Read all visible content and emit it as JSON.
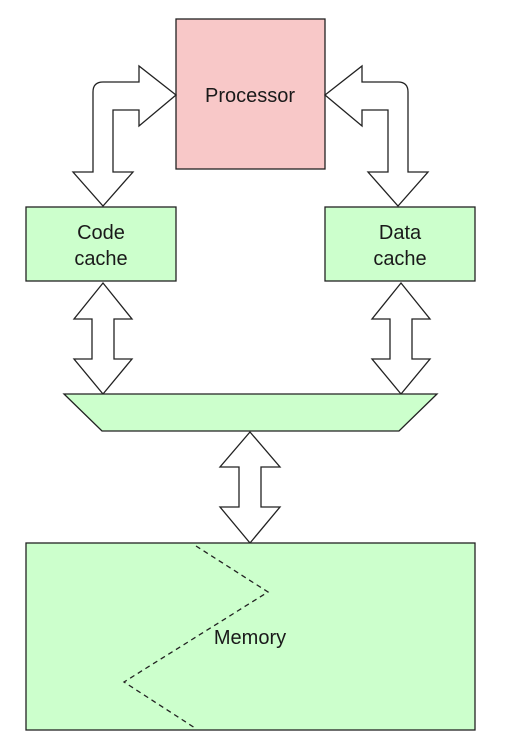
{
  "diagram": {
    "processor": {
      "label": "Processor",
      "color": "#f8c8c8"
    },
    "code_cache": {
      "line1": "Code",
      "line2": "cache",
      "color": "#ccffcc"
    },
    "data_cache": {
      "line1": "Data",
      "line2": "cache",
      "color": "#ccffcc"
    },
    "memory": {
      "label": "Memory",
      "color": "#ccffcc"
    },
    "bus_color": "#ccffcc"
  }
}
